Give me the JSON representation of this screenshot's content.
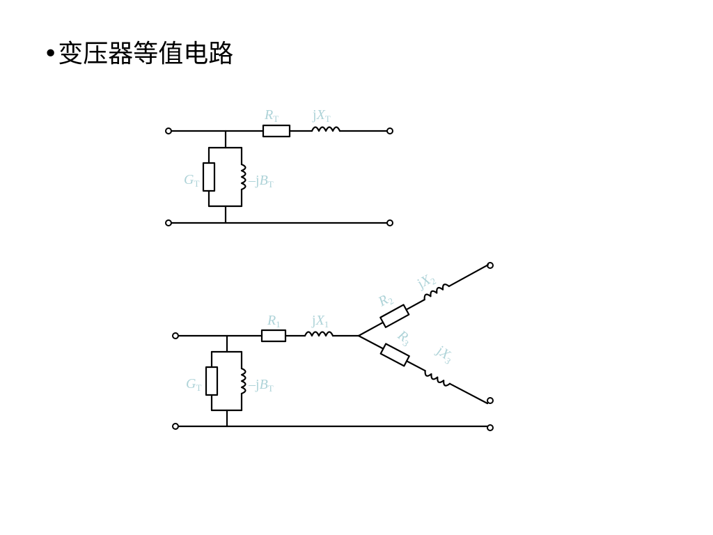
{
  "slide": {
    "title": "•变压器等值电路"
  },
  "colors": {
    "wire": "#000000",
    "label": "#aed3d8",
    "background": "#ffffff"
  },
  "two_winding": {
    "series_resistor": {
      "symbol": "R",
      "subscript": "T"
    },
    "series_reactance": {
      "prefix": "j",
      "symbol": "X",
      "subscript": "T"
    },
    "shunt_conductance": {
      "symbol": "G",
      "subscript": "T"
    },
    "shunt_susceptance": {
      "prefix": "–j",
      "symbol": "B",
      "subscript": "T"
    }
  },
  "three_winding": {
    "r1": {
      "symbol": "R",
      "subscript": "1"
    },
    "x1": {
      "prefix": "j",
      "symbol": "X",
      "subscript": "1"
    },
    "r2": {
      "symbol": "R",
      "subscript": "2"
    },
    "x2": {
      "prefix": "j",
      "symbol": "X",
      "subscript": "2"
    },
    "r3": {
      "symbol": "R",
      "subscript": "3"
    },
    "x3": {
      "prefix": "j",
      "symbol": "X",
      "subscript": "3"
    },
    "shunt_conductance": {
      "symbol": "G",
      "subscript": "T"
    },
    "shunt_susceptance": {
      "prefix": "–j",
      "symbol": "B",
      "subscript": "T"
    }
  }
}
